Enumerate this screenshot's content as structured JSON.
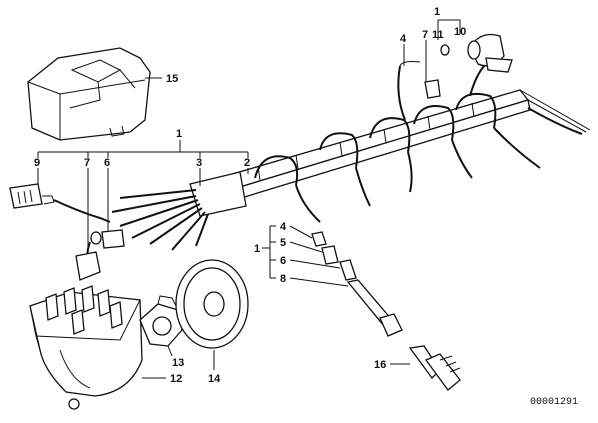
{
  "callouts": {
    "c1_top": "1",
    "c4_top": "4",
    "c7_top": "7",
    "c11_top": "11",
    "c10_top": "10",
    "c15": "15",
    "c1_mid": "1",
    "c9": "9",
    "c7_mid": "7",
    "c6_mid": "6",
    "c3": "3",
    "c2": "2",
    "c4_right": "4",
    "c1_right": "1",
    "c5_right": "5",
    "c6_right": "6",
    "c8_right": "8",
    "c13": "13",
    "c12": "12",
    "c14": "14",
    "c16": "16"
  },
  "diagram_ref": "00001291"
}
